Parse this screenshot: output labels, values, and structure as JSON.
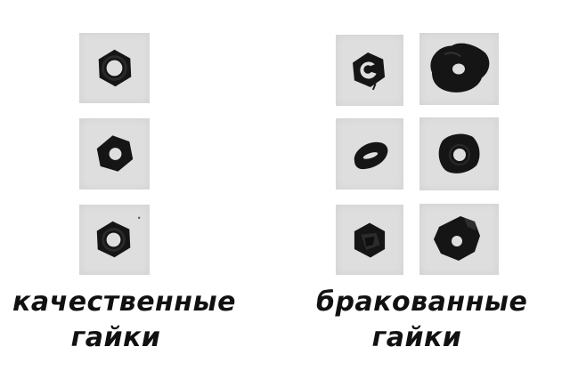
{
  "groups": {
    "good": {
      "line1": "качественные",
      "line2": "гайки"
    },
    "defective": {
      "line1": "бракованные",
      "line2": "гайки"
    }
  }
}
